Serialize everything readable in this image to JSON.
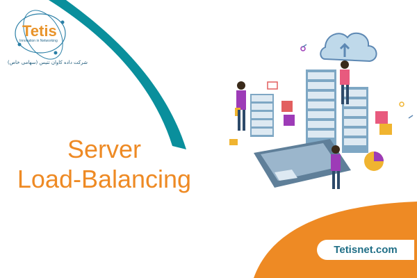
{
  "brand": {
    "logo_text": "Tetis",
    "logo_subtitle": "Innovation in Networking",
    "company_name_fa": "شرکت داده کاوان تتیس (سهامی خاص)"
  },
  "headline": {
    "line1": "Server",
    "line2": "Load-Balancing"
  },
  "website": "Tetisnet.com",
  "colors": {
    "teal": "#0a8f9c",
    "orange": "#ee8a24",
    "navy": "#1f6e86"
  }
}
